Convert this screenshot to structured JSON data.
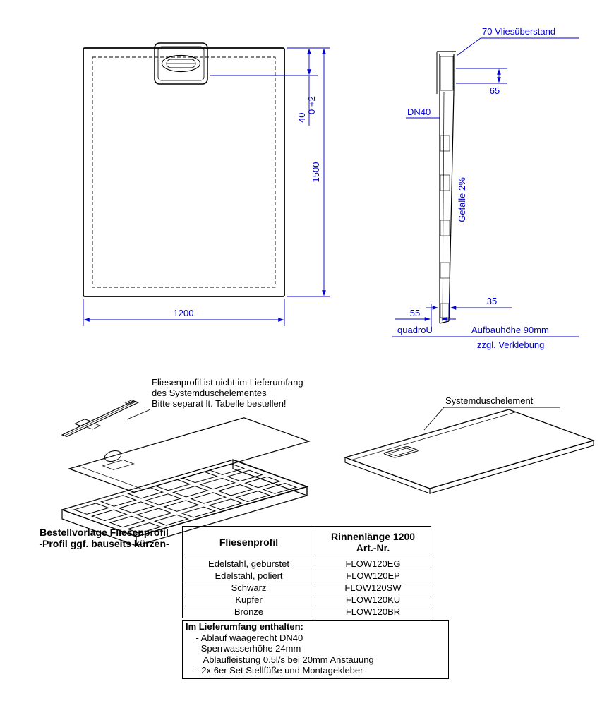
{
  "colors": {
    "dimension_blue": "#0000cd",
    "line_black": "#000000"
  },
  "plan": {
    "dim_height": "1500",
    "dim_width": "1200",
    "dim_pos": "40",
    "tol_plus": "+2",
    "tol_zero": "0"
  },
  "section": {
    "vlies": "70 Vliesüberstand",
    "dim65": "65",
    "dn40": "DN40",
    "gefaelle": "Gefälle 2%",
    "dim35": "35",
    "dim55": "55",
    "product": "quadroU",
    "aufbau": "Aufbauhöhe 90mm",
    "verklebung": "zzgl. Verklebung"
  },
  "exploded": {
    "note1": "Fliesenprofil ist nicht im Lieferumfang",
    "note2": "des Systemduschelementes",
    "note3": "Bitte separat lt. Tabelle bestellen!"
  },
  "system": {
    "label": "Systemduschelement"
  },
  "order": {
    "line1": "Bestellvorlage Fliesenprofil",
    "line2": "-Profil ggf. bauseits kürzen-"
  },
  "table": {
    "header": {
      "col1": "Fliesenprofil",
      "col2a": "Rinnenlänge 1200",
      "col2b": "Art.-Nr."
    },
    "rows": [
      {
        "name": "Edelstahl, gebürstet",
        "art": "FLOW120EG"
      },
      {
        "name": "Edelstahl, poliert",
        "art": "FLOW120EP"
      },
      {
        "name": "Schwarz",
        "art": "FLOW120SW"
      },
      {
        "name": "Kupfer",
        "art": "FLOW120KU"
      },
      {
        "name": "Bronze",
        "art": "FLOW120BR"
      }
    ]
  },
  "scope": {
    "title": "Im Lieferumfang enthalten:",
    "items": [
      "    - Ablauf waagerecht DN40",
      "      Sperrwasserhöhe 24mm",
      "       Ablaufleistung 0.5l/s bei 20mm Anstauung",
      "    - 2x 6er Set Stellfüße und Montagekleber"
    ]
  }
}
